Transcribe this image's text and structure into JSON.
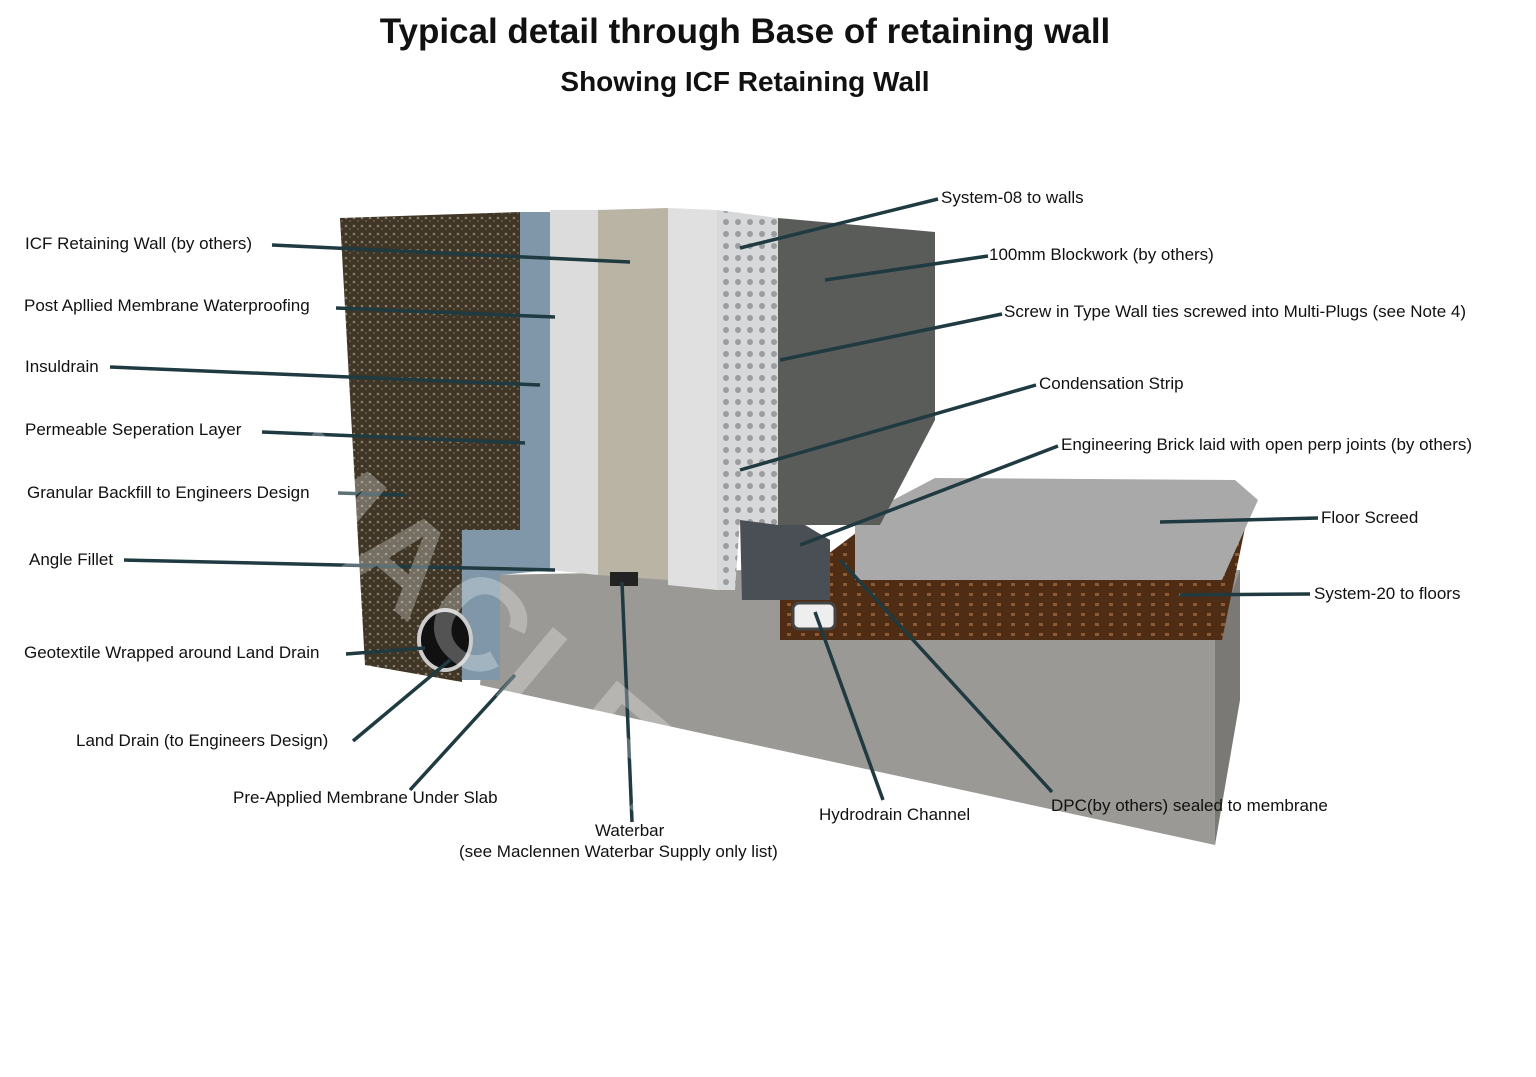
{
  "title": "Typical detail through Base of retaining wall",
  "subtitle": "Showing ICF Retaining Wall",
  "watermark": "MACLENNAN",
  "labels": {
    "icf_wall": "ICF Retaining Wall (by others)",
    "post_applied": "Post Apllied Membrane Waterproofing",
    "insuldrain": "Insuldrain",
    "permeable": "Permeable Seperation Layer",
    "granular": "Granular Backfill to Engineers Design",
    "angle_fillet": "Angle Fillet",
    "geotextile": "Geotextile Wrapped around Land Drain",
    "land_drain": "Land Drain (to Engineers Design)",
    "pre_applied": "Pre-Applied Membrane Under Slab",
    "waterbar": "Waterbar",
    "waterbar_note": "(see Maclennen Waterbar Supply only list)",
    "hydrodrain": "Hydrodrain Channel",
    "dpc": "DPC(by others) sealed to membrane",
    "system20": "System-20 to floors",
    "floor_screed": "Floor Screed",
    "eng_brick": "Engineering Brick laid with open perp joints (by others)",
    "condensation": "Condensation Strip",
    "screw": "Screw in Type  Wall ties screwed into Multi-Plugs (see Note 4)",
    "blockwork": "100mm Blockwork (by others)",
    "system08": "System-08 to walls"
  },
  "colors": {
    "leader": "#1f3a40",
    "membrane": "#7f97a8",
    "backfill": "#4a4030",
    "concrete": "#9a9894",
    "system20": "#5a3418"
  }
}
